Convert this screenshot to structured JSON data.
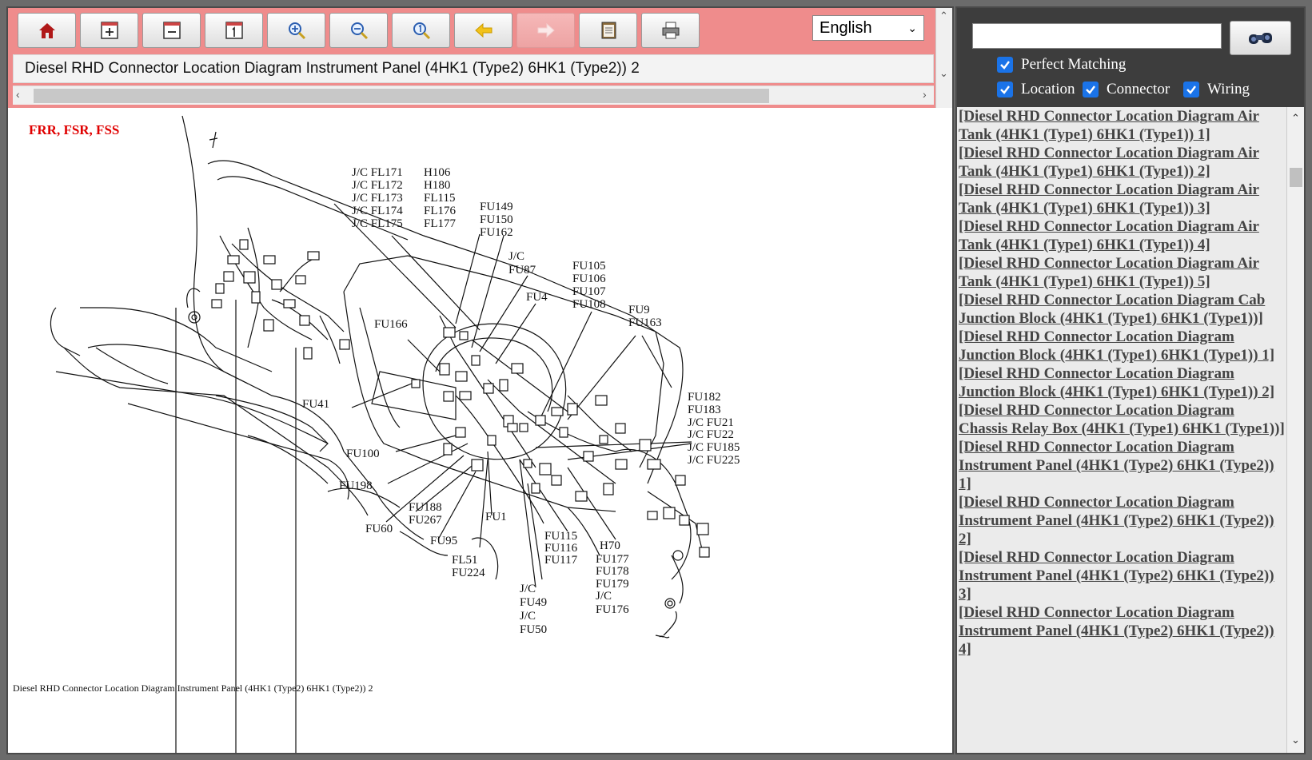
{
  "toolbar": {
    "buttons": [
      {
        "name": "home",
        "icon": "home-icon"
      },
      {
        "name": "expand",
        "icon": "plus-box-icon"
      },
      {
        "name": "collapse",
        "icon": "minus-box-icon"
      },
      {
        "name": "page",
        "icon": "page-one-icon"
      },
      {
        "name": "zoom-in",
        "icon": "zoom-in-icon"
      },
      {
        "name": "zoom-out",
        "icon": "zoom-out-icon"
      },
      {
        "name": "zoom-fit",
        "icon": "zoom-fit-icon"
      },
      {
        "name": "back",
        "icon": "arrow-left-icon"
      },
      {
        "name": "forward",
        "icon": "arrow-right-icon",
        "disabled": true
      },
      {
        "name": "notes",
        "icon": "notepad-icon"
      },
      {
        "name": "print",
        "icon": "printer-icon"
      }
    ],
    "language": "English"
  },
  "document": {
    "title": "Diesel RHD Connector Location Diagram Instrument Panel (4HK1 (Type2) 6HK1 (Type2)) 2",
    "vehicle_models": "FRR, FSR, FSS",
    "caption": "Diesel RHD Connector Location Diagram Instrument Panel (4HK1 (Type2) 6HK1 (Type2)) 2",
    "labels": [
      "J/C FL171",
      "J/C FL172",
      "J/C FL173",
      "J/C FL174",
      "J/C FL175",
      "H106",
      "H180",
      "FL115",
      "FL176",
      "FL177",
      "FU149",
      "FU150",
      "FU162",
      "J/C",
      "FU87",
      "FU4",
      "FU105",
      "FU106",
      "FU107",
      "FU108",
      "FU9",
      "FU163",
      "FU166",
      "FU41",
      "FU182",
      "FU183",
      "J/C FU21",
      "J/C FU22",
      "J/C FU185",
      "J/C FU225",
      "FU100",
      "FU198",
      "FU188",
      "FU267",
      "FU1",
      "FU60",
      "FU95",
      "FL51",
      "FU224",
      "FU115",
      "FU116",
      "FU117",
      "H70",
      "FU177",
      "FU178",
      "FU179",
      "J/C",
      "FU176",
      "J/C",
      "FU49",
      "J/C",
      "FU50"
    ]
  },
  "search": {
    "query": "",
    "options": [
      {
        "label": "Perfect Matching",
        "checked": true
      },
      {
        "label": "Location",
        "checked": true
      },
      {
        "label": "Connector",
        "checked": true
      },
      {
        "label": "Wiring",
        "checked": true
      }
    ]
  },
  "results": [
    "[Diesel RHD Connector Location Diagram Air Tank (4HK1 (Type1) 6HK1 (Type1)) 1]",
    "[Diesel RHD Connector Location Diagram Air Tank (4HK1 (Type1) 6HK1 (Type1)) 2]",
    "[Diesel RHD Connector Location Diagram Air Tank (4HK1 (Type1) 6HK1 (Type1)) 3]",
    "[Diesel RHD Connector Location Diagram Air Tank (4HK1 (Type1) 6HK1 (Type1)) 4]",
    "[Diesel RHD Connector Location Diagram Air Tank (4HK1 (Type1) 6HK1 (Type1)) 5]",
    "[Diesel RHD Connector Location Diagram Cab Junction Block (4HK1 (Type1) 6HK1 (Type1))]",
    "[Diesel RHD Connector Location Diagram Junction Block (4HK1 (Type1) 6HK1 (Type1)) 1]",
    "[Diesel RHD Connector Location Diagram Junction Block (4HK1 (Type1) 6HK1 (Type1)) 2]",
    "[Diesel RHD Connector Location Diagram Chassis Relay Box (4HK1 (Type1) 6HK1 (Type1))]",
    "[Diesel RHD Connector Location Diagram Instrument Panel (4HK1 (Type2) 6HK1 (Type2)) 1]",
    "[Diesel RHD Connector Location Diagram Instrument Panel (4HK1 (Type2) 6HK1 (Type2)) 2]",
    "[Diesel RHD Connector Location Diagram Instrument Panel (4HK1 (Type2) 6HK1 (Type2)) 3]",
    "[Diesel RHD Connector Location Diagram Instrument Panel (4HK1 (Type2) 6HK1 (Type2)) 4]"
  ]
}
